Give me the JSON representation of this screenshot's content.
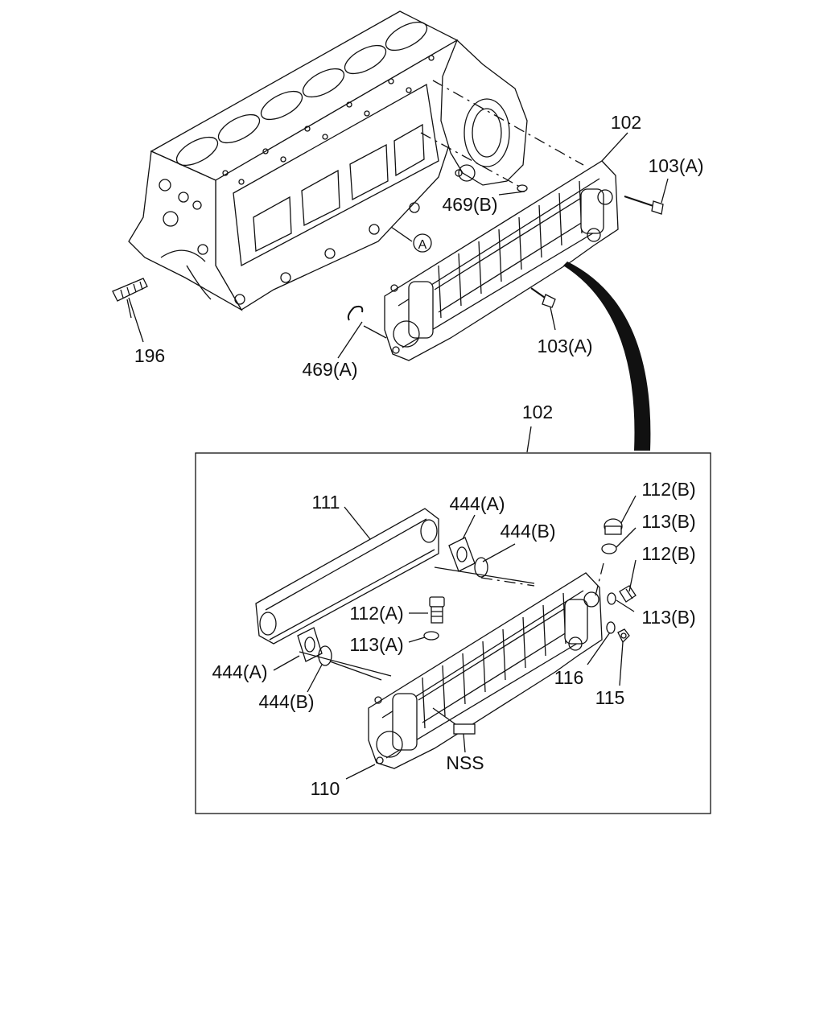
{
  "labels": {
    "p102_top": "102",
    "p103a_top": "103(A)",
    "p469b": "469(B)",
    "circleA": "A",
    "p196": "196",
    "p469a": "469(A)",
    "p103a_bottom": "103(A)",
    "p102_detail": "102",
    "p111": "111",
    "p444a_top": "444(A)",
    "p444b_top": "444(B)",
    "p112b_top": "112(B)",
    "p113b_top": "113(B)",
    "p112b_mid": "112(B)",
    "p113b_mid": "113(B)",
    "p112a": "112(A)",
    "p113a": "113(A)",
    "p444a_left": "444(A)",
    "p444b_left": "444(B)",
    "p116": "116",
    "p115": "115",
    "nss": "NSS",
    "p110": "110"
  }
}
